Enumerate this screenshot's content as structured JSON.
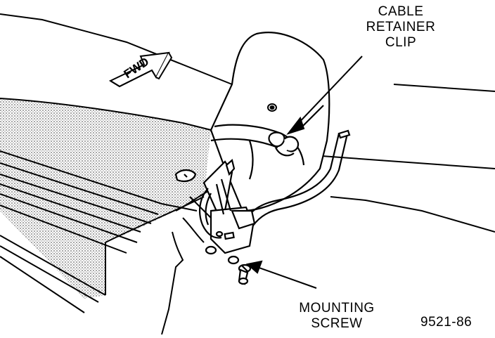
{
  "figure": {
    "fwd_label": "FWD",
    "cable_retainer_clip": [
      "CABLE",
      "RETAINER",
      "CLIP"
    ],
    "mounting_screw": [
      "MOUNTING",
      "SCREW"
    ],
    "figure_number": "9521-86"
  },
  "colors": {
    "ink": "#000000",
    "paper": "#ffffff",
    "stipple": "#8a8a8a"
  }
}
